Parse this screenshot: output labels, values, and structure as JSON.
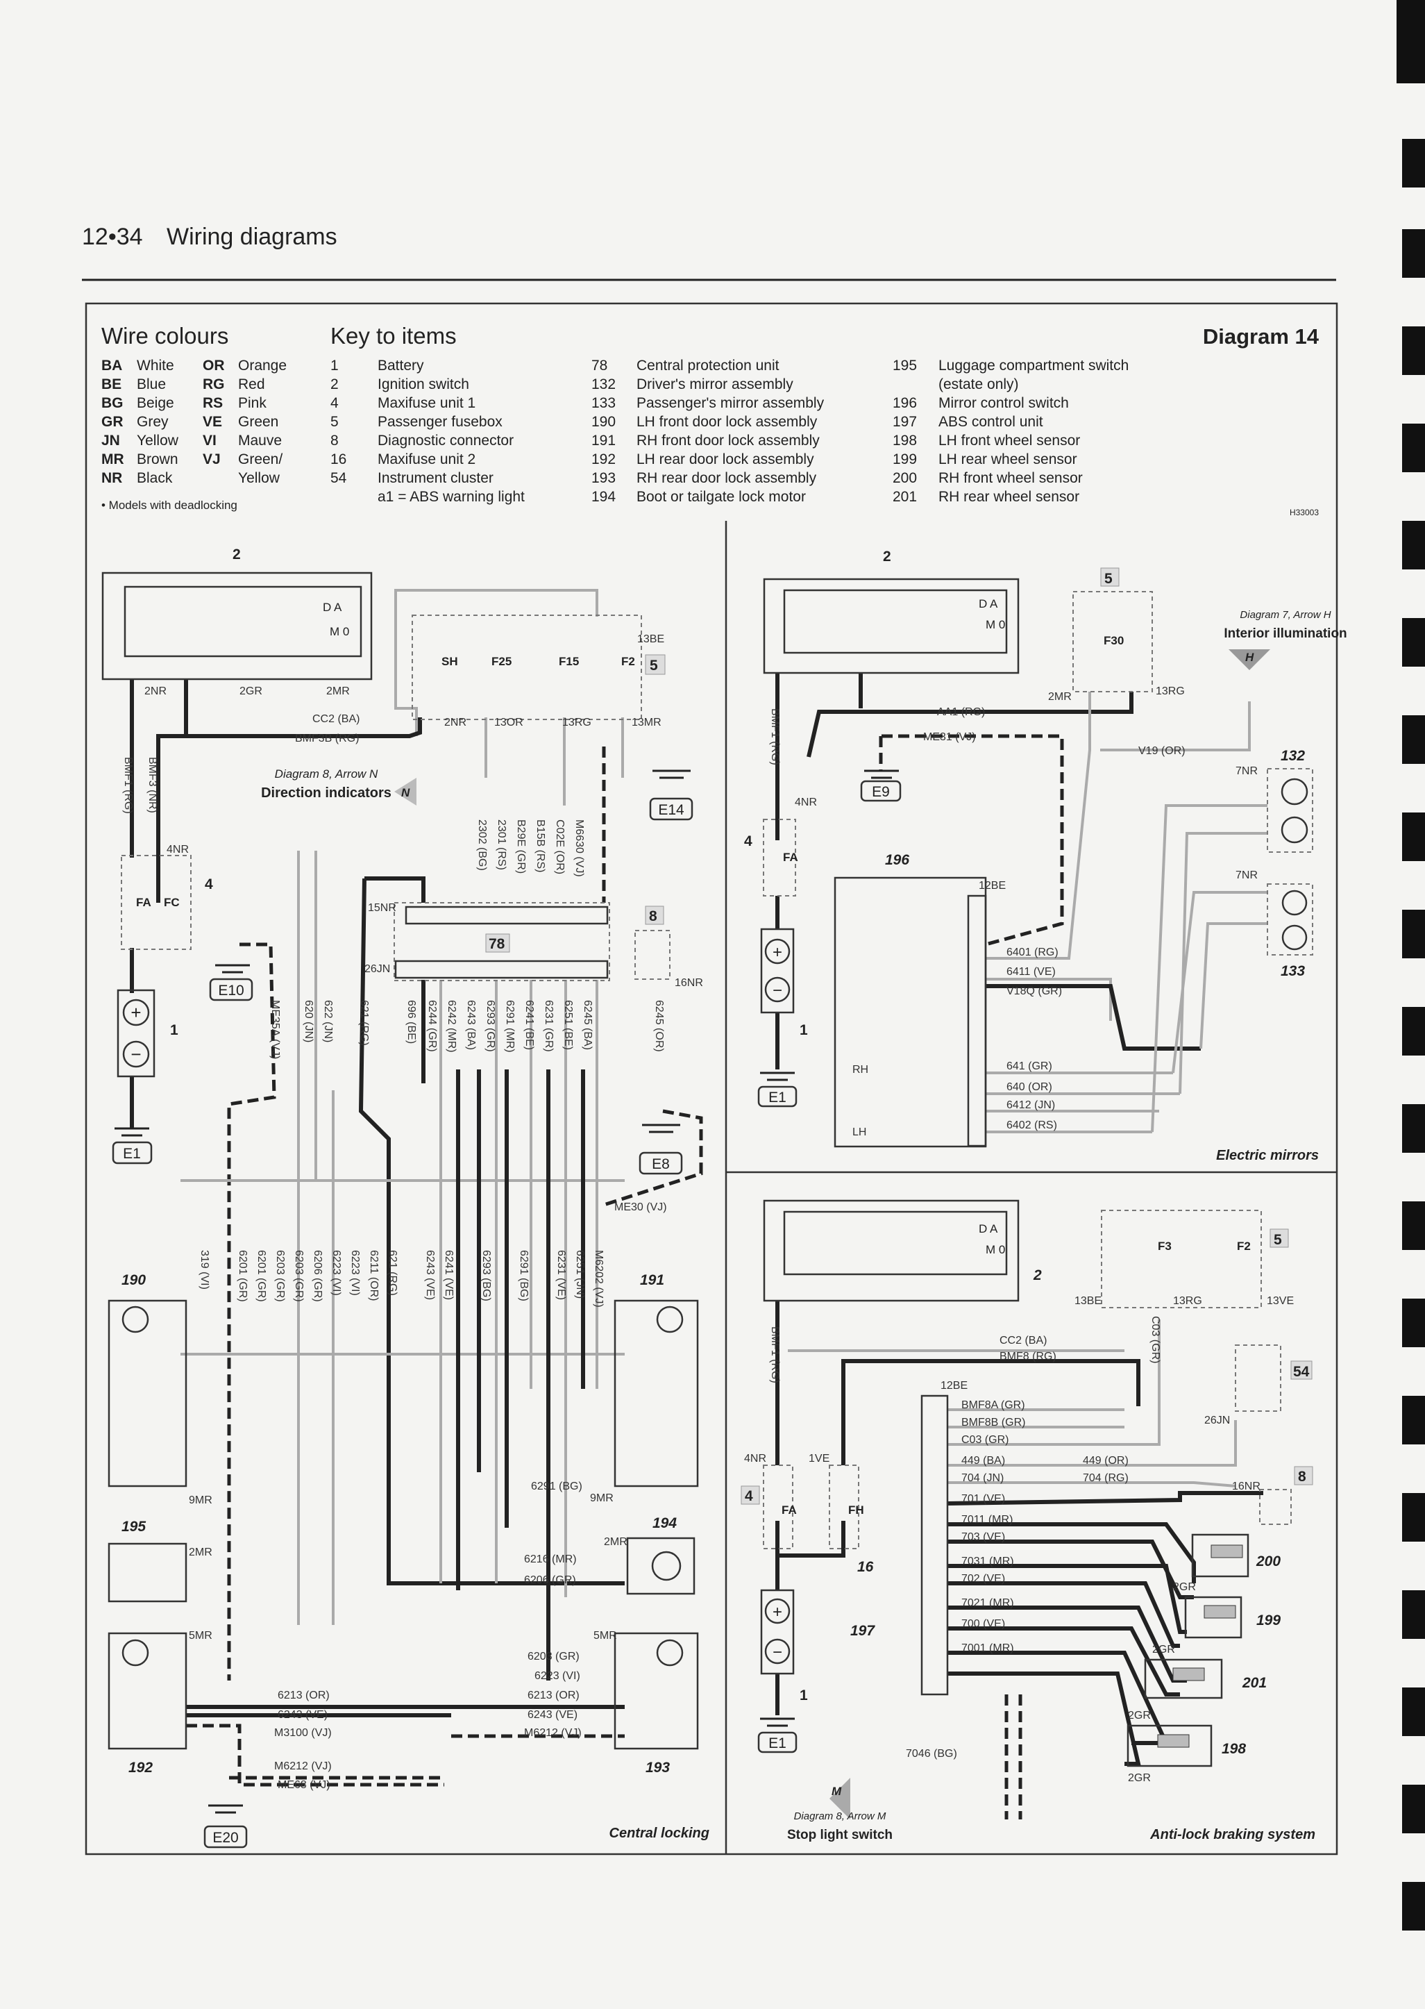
{
  "page": {
    "number": "12•34",
    "title": "Wiring diagrams",
    "diagram_title": "Diagram 14",
    "ref_code": "H33003"
  },
  "wire_colours": {
    "heading": "Wire colours",
    "items": [
      {
        "code": "BA",
        "name": "White"
      },
      {
        "code": "BE",
        "name": "Blue"
      },
      {
        "code": "BG",
        "name": "Beige"
      },
      {
        "code": "GR",
        "name": "Grey"
      },
      {
        "code": "JN",
        "name": "Yellow"
      },
      {
        "code": "MR",
        "name": "Brown"
      },
      {
        "code": "NR",
        "name": "Black"
      },
      {
        "code": "OR",
        "name": "Orange"
      },
      {
        "code": "RG",
        "name": "Red"
      },
      {
        "code": "RS",
        "name": "Pink"
      },
      {
        "code": "VE",
        "name": "Green"
      },
      {
        "code": "VI",
        "name": "Mauve"
      },
      {
        "code": "VJ",
        "name": "Green/"
      },
      {
        "code": "",
        "name": "Yellow"
      }
    ],
    "footnote": "• Models with deadlocking"
  },
  "key": {
    "heading": "Key to items",
    "items": [
      {
        "n": "1",
        "label": "Battery"
      },
      {
        "n": "2",
        "label": "Ignition switch"
      },
      {
        "n": "4",
        "label": "Maxifuse unit 1"
      },
      {
        "n": "5",
        "label": "Passenger fusebox"
      },
      {
        "n": "8",
        "label": "Diagnostic connector"
      },
      {
        "n": "16",
        "label": "Maxifuse unit 2"
      },
      {
        "n": "54",
        "label": "Instrument cluster"
      },
      {
        "n": "",
        "label": "a1 =  ABS warning light"
      },
      {
        "n": "78",
        "label": "Central protection unit"
      },
      {
        "n": "132",
        "label": "Driver's mirror assembly"
      },
      {
        "n": "133",
        "label": "Passenger's mirror assembly"
      },
      {
        "n": "190",
        "label": "LH front door lock assembly"
      },
      {
        "n": "191",
        "label": "RH front door lock assembly"
      },
      {
        "n": "192",
        "label": "LH rear door lock assembly"
      },
      {
        "n": "193",
        "label": "RH rear door lock assembly"
      },
      {
        "n": "194",
        "label": "Boot or tailgate lock motor"
      },
      {
        "n": "195",
        "label": "Luggage compartment switch"
      },
      {
        "n": "",
        "label": "(estate only)"
      },
      {
        "n": "196",
        "label": "Mirror control switch"
      },
      {
        "n": "197",
        "label": "ABS control unit"
      },
      {
        "n": "198",
        "label": "LH front wheel sensor"
      },
      {
        "n": "199",
        "label": "LH rear wheel sensor"
      },
      {
        "n": "200",
        "label": "RH front wheel sensor"
      },
      {
        "n": "201",
        "label": "RH rear wheel sensor"
      }
    ]
  },
  "sections": {
    "central_locking": "Central locking",
    "electric_mirrors": "Electric mirrors",
    "abs": "Anti-lock braking system",
    "dir_ref": "Diagram 8, Arrow N",
    "dir_title": "Direction indicators",
    "dir_arrow": "N",
    "int_ref": "Diagram 7, Arrow H",
    "int_title": "Interior illumination",
    "int_arrow": "H",
    "stop_ref": "Diagram 8, Arrow M",
    "stop_title": "Stop light switch",
    "stop_arrow": "M"
  },
  "grounds": [
    "E1",
    "E10",
    "E14",
    "E8",
    "E20",
    "E9",
    "E1",
    "E1"
  ],
  "components": {
    "ign": "2",
    "fusebox": "5",
    "maxi1": "4",
    "battery": "1",
    "cpu": "78",
    "diag": "8",
    "c190": "190",
    "c191": "191",
    "c192": "192",
    "c193": "193",
    "c194": "194",
    "c195": "195",
    "c196": "196",
    "c132": "132",
    "c133": "133",
    "c197": "197",
    "c198": "198",
    "c199": "199",
    "c200": "200",
    "c201": "201",
    "c54": "54",
    "c16": "16",
    "da": "D A",
    "m0": "M 0",
    "plus": "+",
    "minus": "−"
  },
  "fuses": [
    "SH",
    "F25",
    "F15",
    "F2",
    "FA",
    "FC",
    "F30",
    "FA",
    "F3",
    "F2",
    "FA",
    "FH"
  ],
  "wires_left_top": [
    "CC2 (BA)",
    "BMF3B (RG)",
    "BMF1 (RG)",
    "BMF3 (NR)",
    "2NR",
    "13OR",
    "13RG",
    "13MR",
    "13BE",
    "4NR",
    "2MR",
    "2GR",
    "15NR",
    "26JN",
    "16NR",
    "ME30 (VJ)",
    "ME35A (VJ)"
  ],
  "wires_left_vertical": [
    "2302 (BG)",
    "2301 (RS)",
    "B29E (GR)",
    "B15B (RS)",
    "C02E (OR)",
    "M6630 (VJ)",
    "620 (JN)",
    "622 (JN)",
    "621 (RG)",
    "696 (BE)",
    "6244 (GR)",
    "6242 (MR)",
    "6243 (BA)",
    "6293 (GR)",
    "6291 (MR)",
    "6241 (BE)",
    "6231 (GR)",
    "6251 (BE)",
    "6245 (BA)",
    "6245 (OR)"
  ],
  "wires_locks": [
    "319 (VI)",
    "6201 (GR)",
    "6201 (GR)",
    "6203 (GR)",
    "6203 (GR)",
    "6206 (GR)",
    "6223 (VI)",
    "6223 (VI)",
    "6211 (OR)",
    "621 (RG)",
    "6243 (VE)",
    "6241 (VE)",
    "6293 (BG)",
    "6291 (BG)",
    "6231 (VE)",
    "6251 (JN)",
    "M6202 (VJ)"
  ],
  "wires_locks_h": [
    "6291 (BG)",
    "9MR",
    "6216 (MR)",
    "6206 (GR)",
    "2MR",
    "6203 (GR)",
    "6223 (VI)",
    "6213 (OR)",
    "6243 (VE)",
    "M6212 (VJ)",
    "5MR",
    "6213 (OR)",
    "6243 (VE)",
    "M3100 (VJ)",
    "M6212 (VJ)",
    "ME68 (VJ)",
    "9MR",
    "5MR",
    "2MR"
  ],
  "wires_mirrors": [
    "AA1 (RG)",
    "ME31 (VJ)",
    "V19 (OR)",
    "6401 (RG)",
    "6411 (VE)",
    "V18Q (GR)",
    "641 (GR)",
    "640 (OR)",
    "6412 (JN)",
    "6402 (RS)",
    "12BE",
    "13RG",
    "7NR",
    "7NR",
    "RH",
    "LH",
    "2MR"
  ],
  "wires_abs": [
    "CC2 (BA)",
    "BMF8 (RG)",
    "BMF8A (GR)",
    "BMF8B (GR)",
    "C03 (GR)",
    "449 (BA)",
    "704 (JN)",
    "701 (VE)",
    "7011 (MR)",
    "703 (VE)",
    "7031 (MR)",
    "702 (VE)",
    "7021 (MR)",
    "700 (VE)",
    "7001 (MR)",
    "7046 (BG)",
    "449 (OR)",
    "704 (RG)",
    "12BE",
    "13BE",
    "13RG",
    "13VE",
    "26JN",
    "16NR",
    "4NR",
    "1VE",
    "2GR",
    "2GR",
    "2GR",
    "2GR"
  ]
}
